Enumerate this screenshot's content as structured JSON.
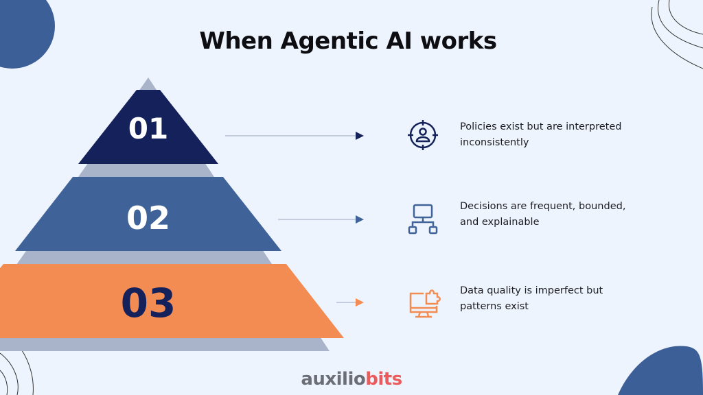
{
  "title": "When Agentic AI works",
  "tiers": [
    {
      "number": "01",
      "text": "Policies exist but are interpreted inconsistently",
      "icon": "target-user-icon",
      "color": "#14215a"
    },
    {
      "number": "02",
      "text": "Decisions are frequent, bounded, and explainable",
      "icon": "hierarchy-network-icon",
      "color": "#3f6399"
    },
    {
      "number": "03",
      "text": "Data quality is imperfect but patterns exist",
      "icon": "monitor-puzzle-icon",
      "color": "#f28c53"
    }
  ],
  "logo": {
    "part1": "auxilio",
    "part2": "bits"
  }
}
